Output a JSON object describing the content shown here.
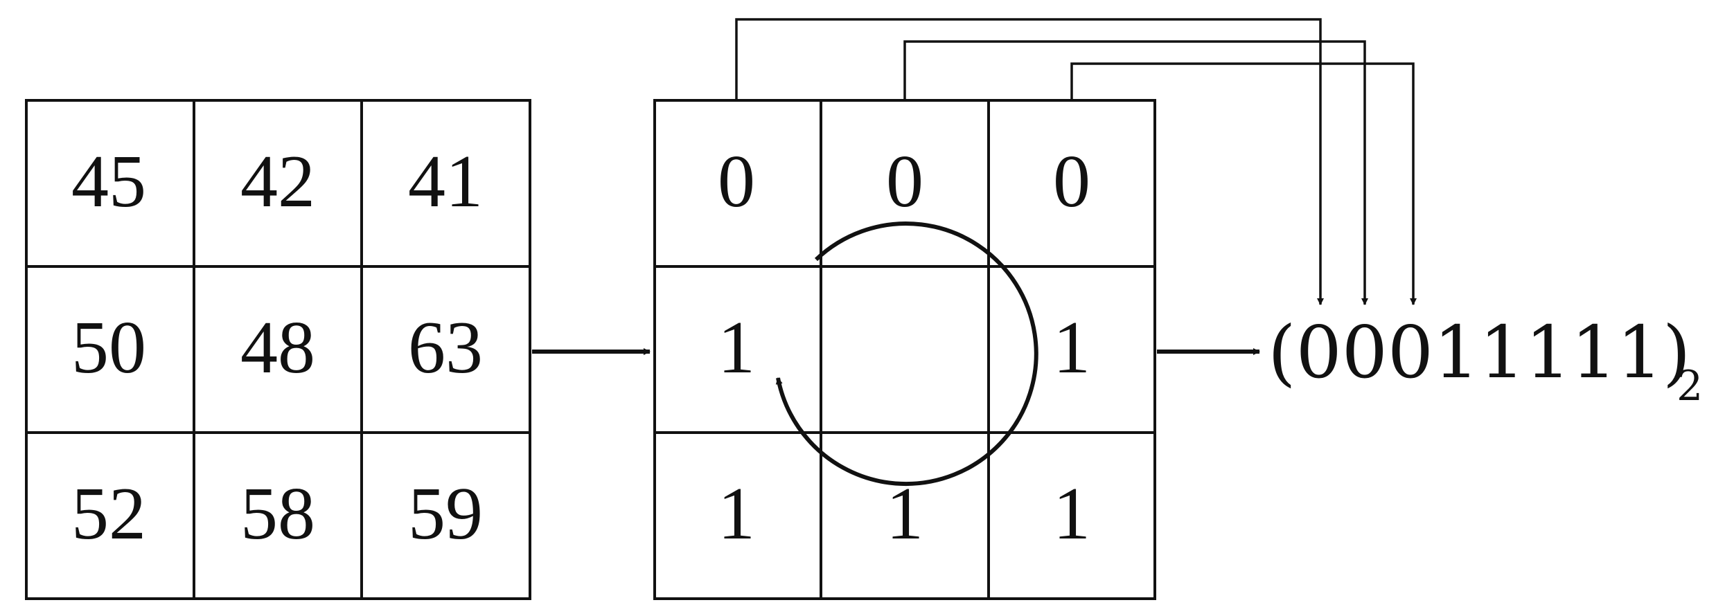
{
  "input_grid": {
    "rows": [
      [
        "45",
        "42",
        "41"
      ],
      [
        "50",
        "48",
        "63"
      ],
      [
        "52",
        "58",
        "59"
      ]
    ]
  },
  "binary_grid": {
    "rows": [
      [
        "0",
        "0",
        "0"
      ],
      [
        "1",
        "",
        "1"
      ],
      [
        "1",
        "1",
        "1"
      ]
    ]
  },
  "result": {
    "value": "(00011111)",
    "base": "2"
  }
}
